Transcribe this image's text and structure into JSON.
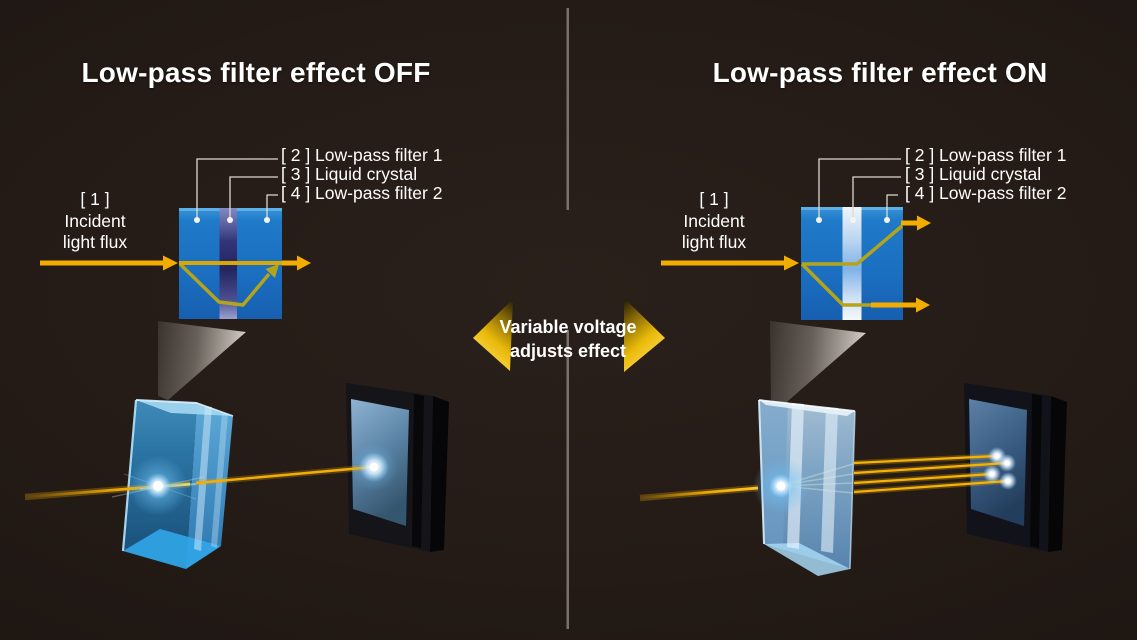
{
  "panel_off": {
    "title": "Low-pass filter effect OFF",
    "incident": {
      "number": "[ 1 ]",
      "line1": "Incident",
      "line2": "light flux"
    },
    "part_labels": [
      "[ 2 ] Low-pass filter 1",
      "[ 3 ] Liquid crystal",
      "[ 4 ] Low-pass filter 2"
    ]
  },
  "panel_on": {
    "title": "Low-pass filter effect ON",
    "incident": {
      "number": "[ 1 ]",
      "line1": "Incident",
      "line2": "light flux"
    },
    "part_labels": [
      "[ 2 ] Low-pass filter 1",
      "[ 3 ] Liquid crystal",
      "[ 4 ] Low-pass filter 2"
    ]
  },
  "center_callout": {
    "line1": "Variable voltage",
    "line2": "adjusts effect"
  },
  "colors": {
    "background": "#241b16",
    "text": "#ffffff",
    "beam_yellow": "#f3ad00",
    "beam_inner_olive": "#b3a41c",
    "filter_block_blue": "#1f7ac8",
    "liquid_crystal_off": "#2a2c6b",
    "liquid_crystal_on": "#e8f1fa",
    "callout_gold": "#f6c410",
    "divider_gray": "#8d8781"
  }
}
